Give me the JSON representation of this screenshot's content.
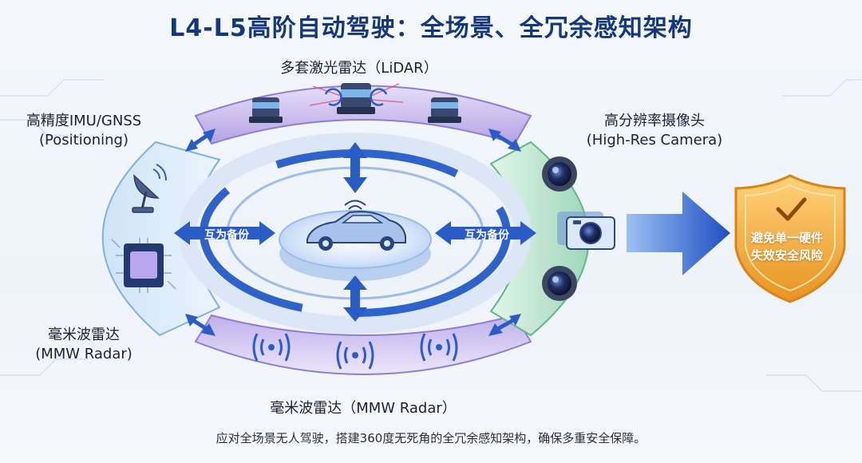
{
  "title": "L4-L5高阶自动驾驶：全场景、全冗余感知架构",
  "labels": {
    "lidar": "多套激光雷达（LiDAR）",
    "imu_line1": "高精度IMU/GNSS",
    "imu_line2": "(Positioning)",
    "camera_line1": "高分辨率摄像头",
    "camera_line2": "(High-Res Camera)",
    "mmw_left_line1": "毫米波雷达",
    "mmw_left_line2": "(MMW Radar)",
    "mmw_bottom": "毫米波雷达（MMW Radar）"
  },
  "backup_left": "互为备份",
  "backup_right": "互为备份",
  "shield": {
    "line1": "避免单一硬件",
    "line2": "失效安全风险"
  },
  "caption": "应对全场景无人驾驶，搭建360度无死角的全冗余感知架构，确保多重安全保障。",
  "colors": {
    "title": "#14387f",
    "lidar_band": "#b8a8e6",
    "camera_band": "#a8dcc0",
    "imu_band": "#bcd8f2",
    "radar_band": "#c4b8ee",
    "arrow_blue": "#2a5cc8",
    "shield": "#f0a830"
  },
  "icons": [
    "lidar-icon",
    "satellite-dish-icon",
    "chip-icon",
    "camera-icon",
    "radar-wave-icon",
    "car-icon",
    "checkmark-icon"
  ]
}
